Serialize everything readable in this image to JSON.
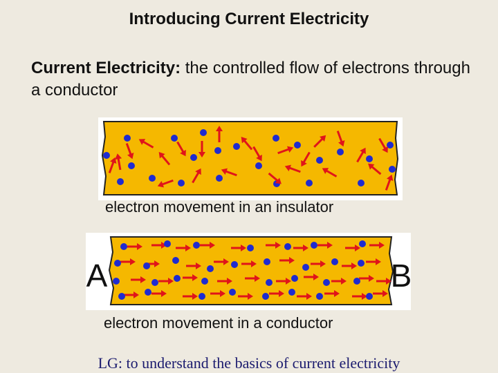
{
  "slide": {
    "title": "Introducing Current Electricity",
    "definition_term": "Current Electricity:",
    "definition_text": " the controlled flow of electrons through a conductor",
    "insulator_caption": "electron movement in an insulator",
    "conductor_caption": "electron movement in a conductor",
    "end_a_label": "A",
    "end_b_label": "B",
    "footer_prefix": "LG:",
    "footer_text": " to understand the basics of current electricity"
  },
  "colors": {
    "background": "#eeeae0",
    "wire": "#f5b800",
    "electron": "#1f2bd0",
    "arrow": "#e0141a"
  }
}
